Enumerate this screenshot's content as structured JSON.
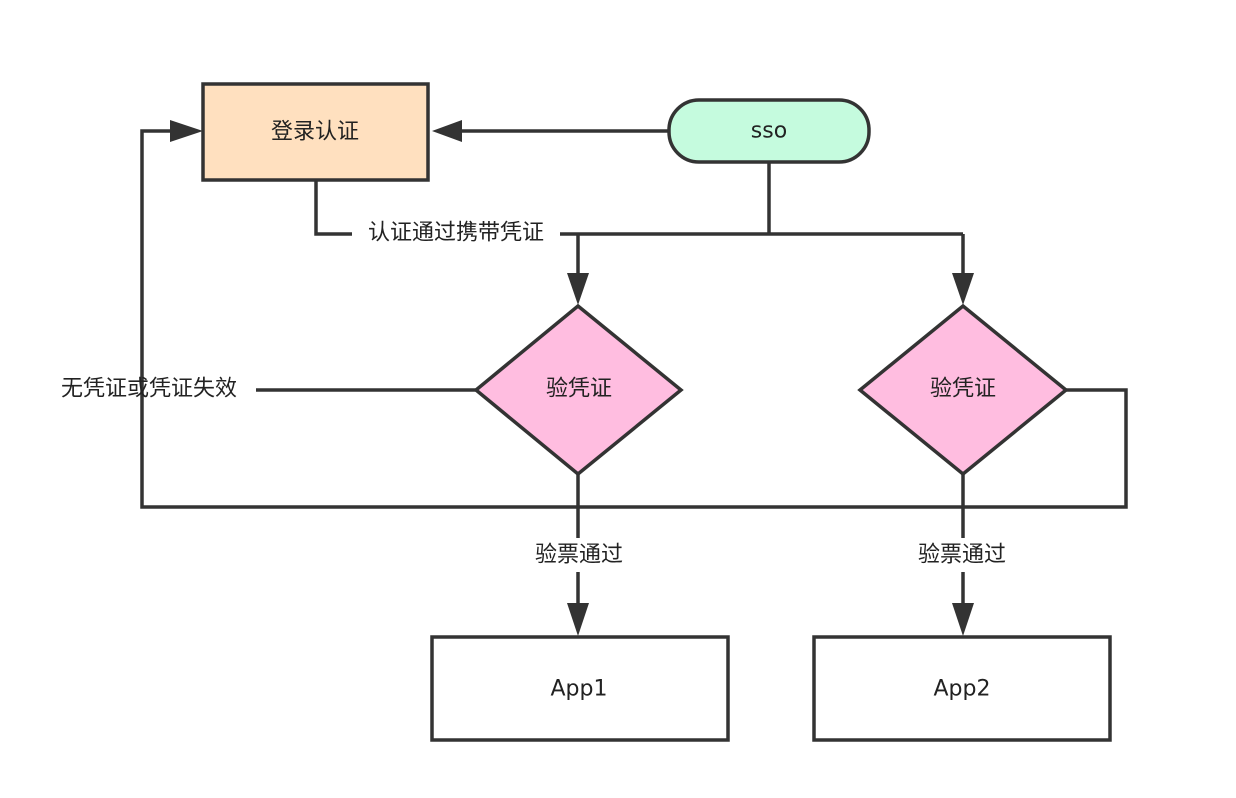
{
  "nodes": {
    "login": {
      "label": "登录认证",
      "fill": "#ffe0bf"
    },
    "sso": {
      "label": "sso",
      "fill": "#c5fbde"
    },
    "verify_left": {
      "label": "验凭证",
      "fill": "#ffbde0"
    },
    "verify_right": {
      "label": "验凭证",
      "fill": "#ffbde0"
    },
    "app1": {
      "label": "App1",
      "fill": "#ffffff"
    },
    "app2": {
      "label": "App2",
      "fill": "#ffffff"
    }
  },
  "edge_labels": {
    "auth_pass": "认证通过携带凭证",
    "no_credential": "无凭证或凭证失效",
    "ticket_pass_left": "验票通过",
    "ticket_pass_right": "验票通过"
  },
  "colors": {
    "line": "#333333",
    "text": "#222222"
  }
}
